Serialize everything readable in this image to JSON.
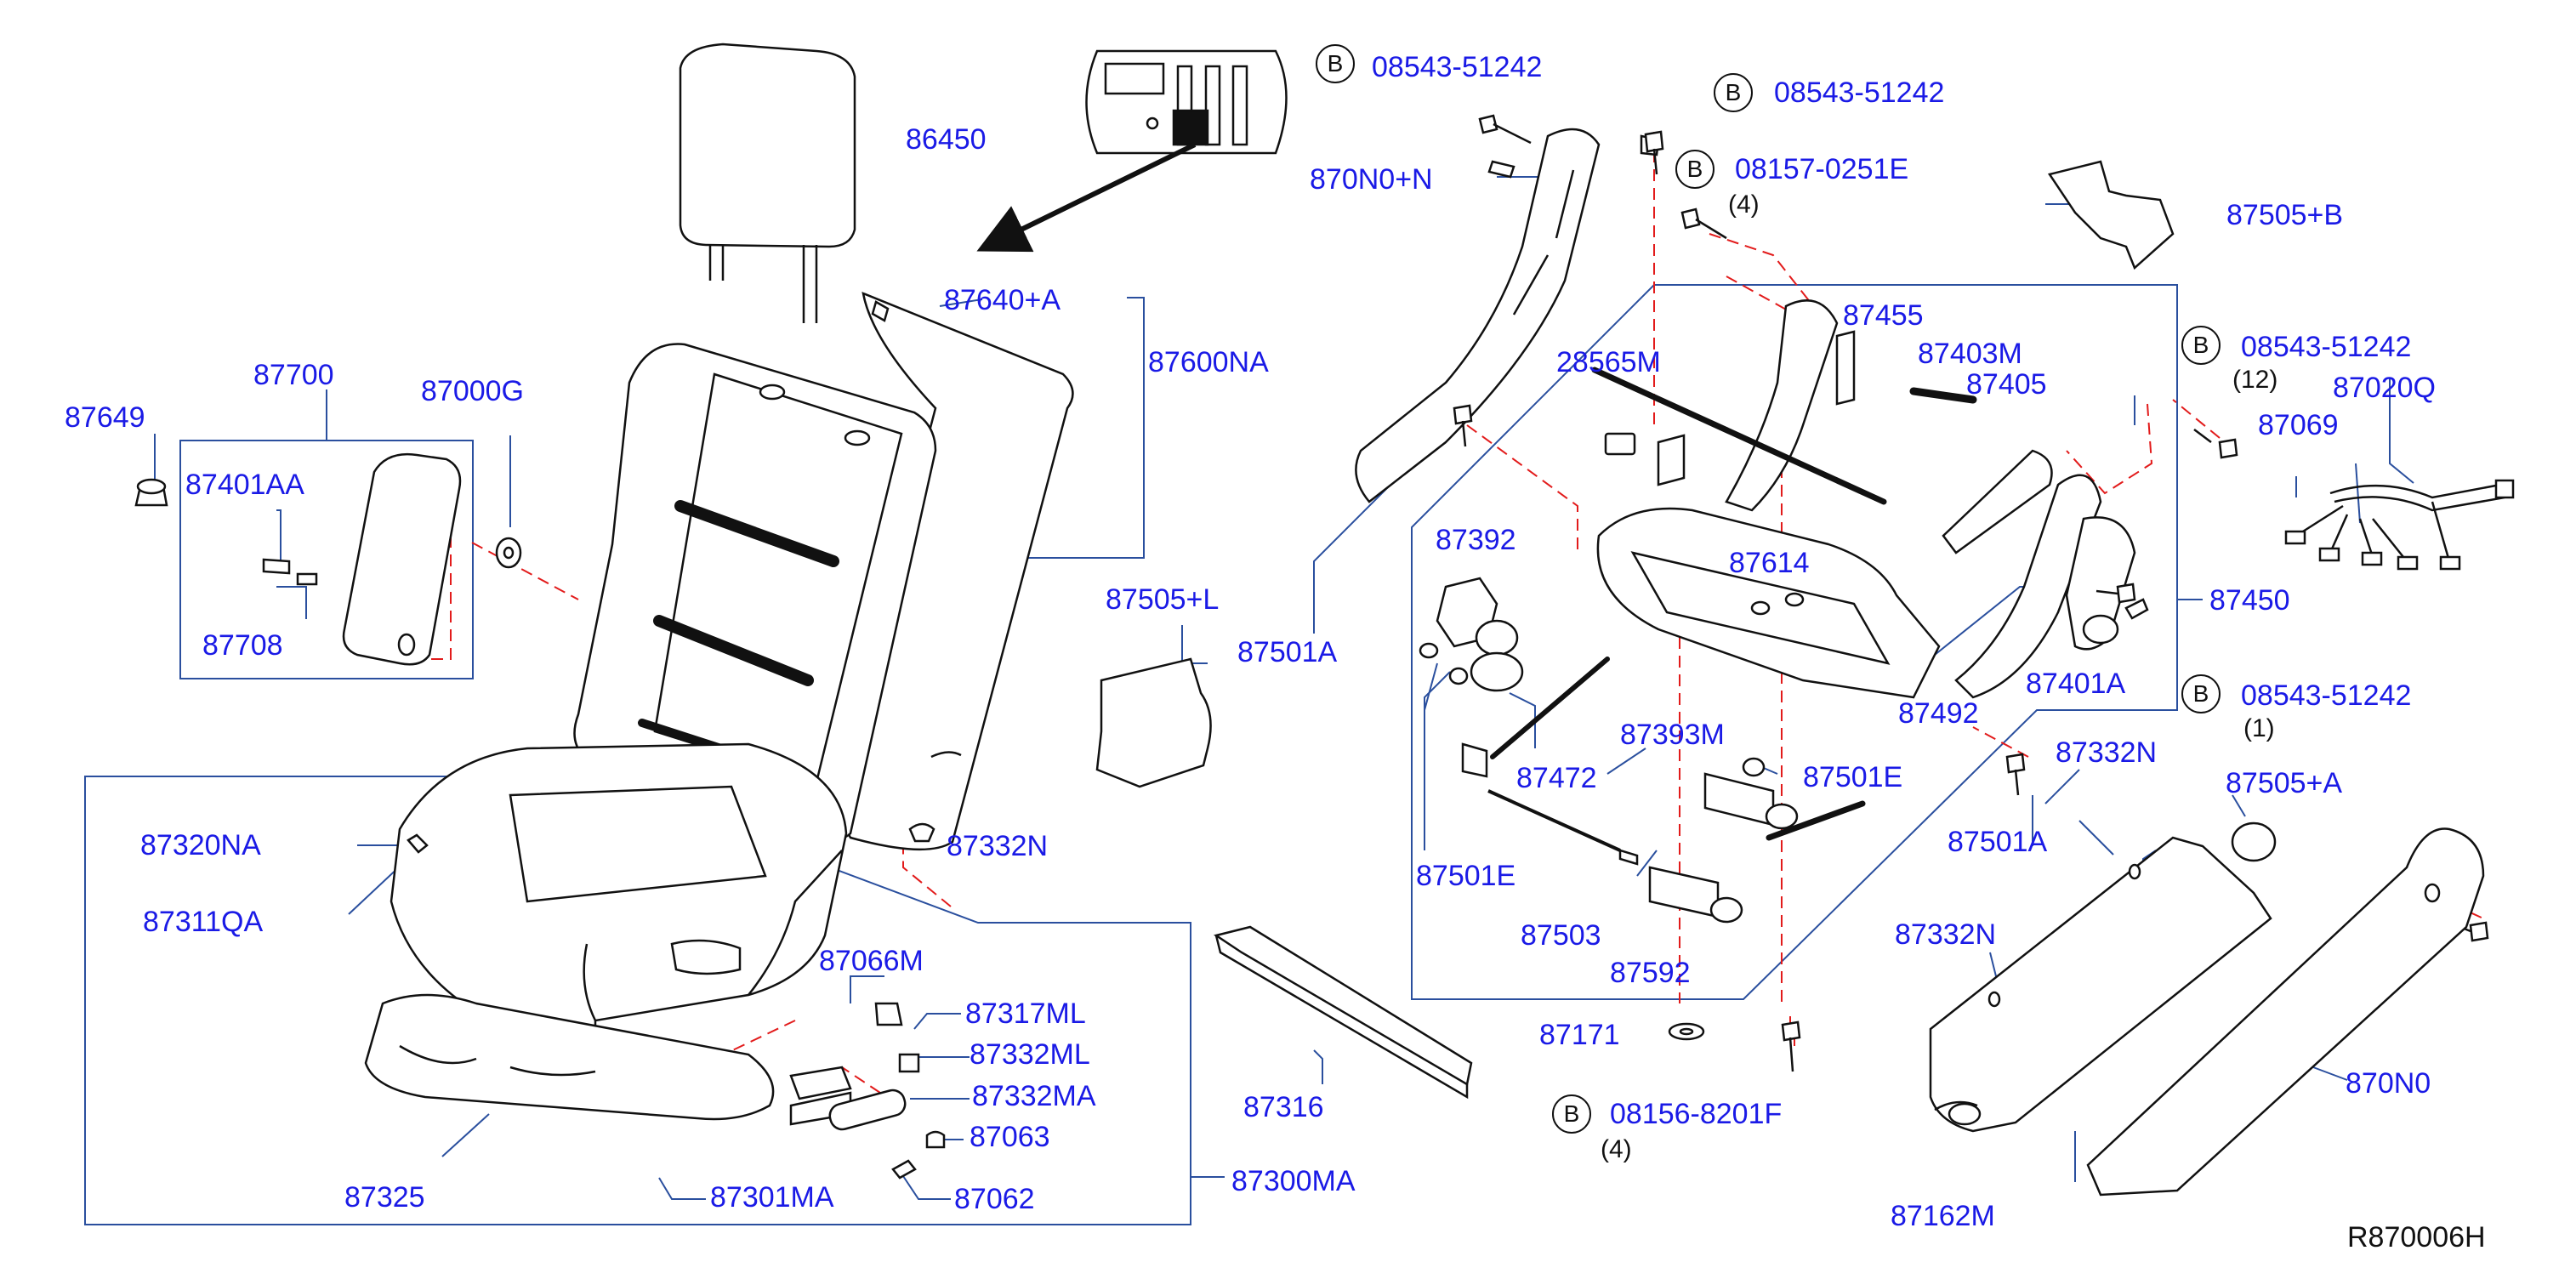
{
  "diagram_ref": "R870006H",
  "bolt_marker": "B",
  "labels": {
    "l86450": "86450",
    "l87640A": "87640+A",
    "l87600NA": "87600NA",
    "l87700": "87700",
    "l87000G": "87000G",
    "l87649": "87649",
    "l87401AA": "87401AA",
    "l87708": "87708",
    "l87505L": "87505+L",
    "l87501A_a": "87501A",
    "l87320NA": "87320NA",
    "l87311QA": "87311QA",
    "l87332N_a": "87332N",
    "l87066M": "87066M",
    "l87317ML": "87317ML",
    "l87332ML": "87332ML",
    "l87332MA": "87332MA",
    "l87063": "87063",
    "l87062": "87062",
    "l87325": "87325",
    "l87301MA": "87301MA",
    "l87300MA": "87300MA",
    "l87316": "87316",
    "l870N0N": "870N0+N",
    "l28565M": "28565M",
    "l87455": "87455",
    "l87403M": "87403M",
    "l87405": "87405",
    "l87392": "87392",
    "l87614": "87614",
    "l87501E_a": "87501E",
    "l87472": "87472",
    "l87393M": "87393M",
    "l87501E_b": "87501E",
    "l87503": "87503",
    "l87592": "87592",
    "l87171": "87171",
    "l87492": "87492",
    "l87401A": "87401A",
    "l87450": "87450",
    "l87505B": "87505+B",
    "l87020Q": "87020Q",
    "l87069": "87069",
    "l87332N_b": "87332N",
    "l87501A_b": "87501A",
    "l87505A": "87505+A",
    "l87332N_c": "87332N",
    "l87162M": "87162M",
    "l870N0": "870N0"
  },
  "bolts": {
    "b1": {
      "part": "08543-51242",
      "qty": ""
    },
    "b2": {
      "part": "08543-51242",
      "qty": ""
    },
    "b3": {
      "part": "08157-0251E",
      "qty": "(4)"
    },
    "b4": {
      "part": "08543-51242",
      "qty": "(12)"
    },
    "b5": {
      "part": "08543-51242",
      "qty": "(1)"
    },
    "b6": {
      "part": "08156-8201F",
      "qty": "(4)"
    }
  },
  "colors": {
    "label_blue": "#1a1ae6",
    "leader_blue": "#2a4f9e",
    "dashed_red": "#e21b1b",
    "line_art": "#111111"
  }
}
